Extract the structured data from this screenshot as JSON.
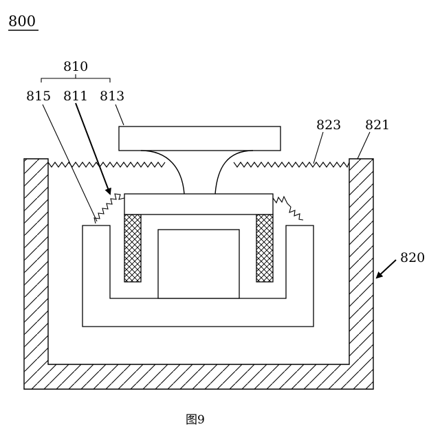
{
  "figure": {
    "id_label": "800",
    "caption": "图9"
  },
  "labels": {
    "group_810": "810",
    "ref_815": "815",
    "ref_811": "811",
    "ref_813": "813",
    "ref_823": "823",
    "ref_821": "821",
    "ref_820": "820"
  },
  "colors": {
    "line": "#000000",
    "background": "#ffffff"
  }
}
